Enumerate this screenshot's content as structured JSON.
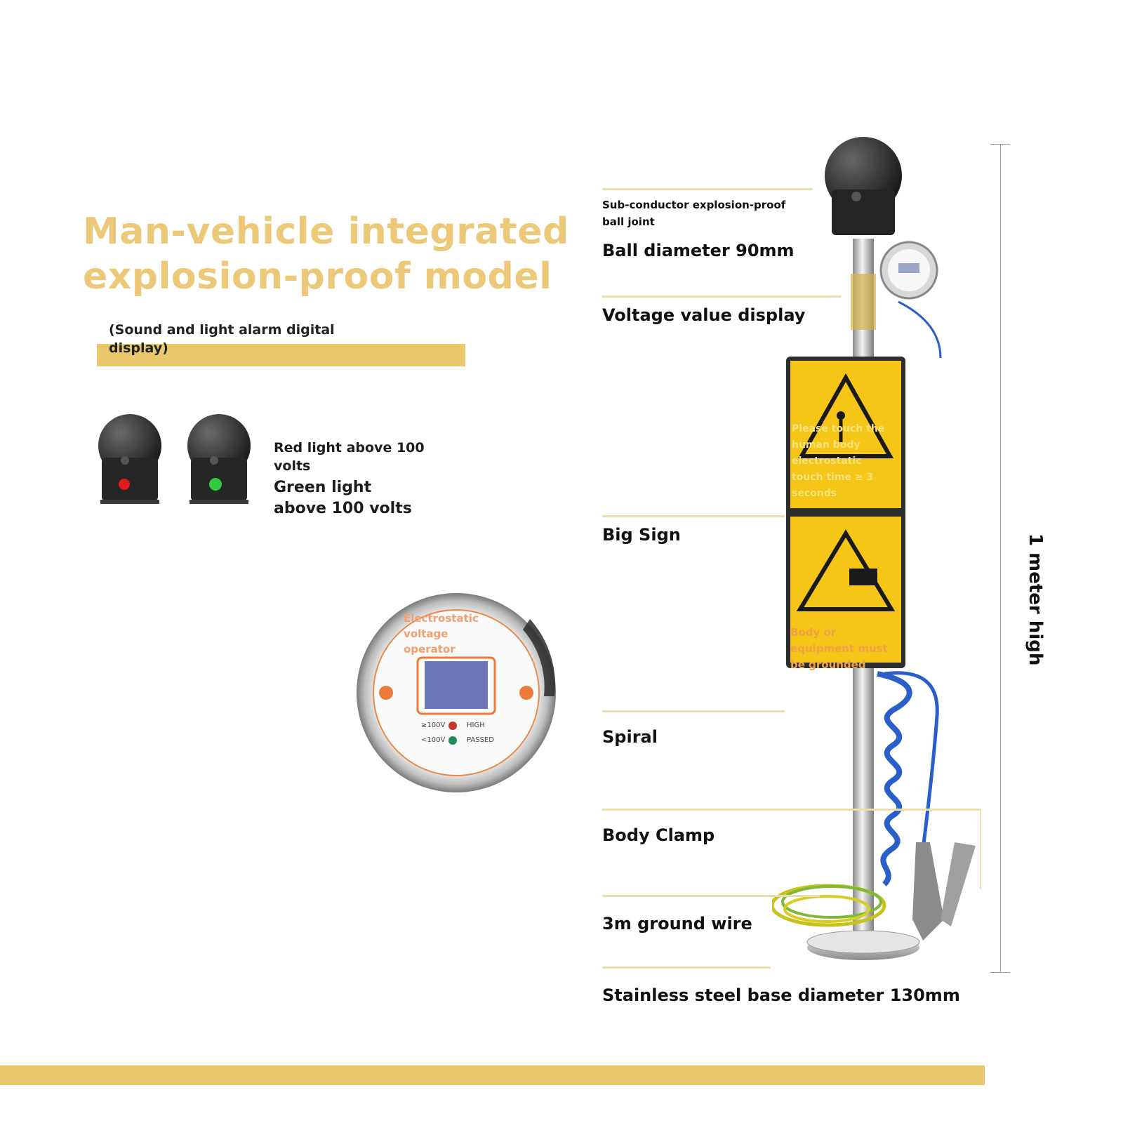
{
  "title": {
    "line1": "Man-vehicle integrated",
    "line2": "explosion-proof model",
    "subtitle": "(Sound and light alarm digital display)"
  },
  "lights": {
    "red_label": "Red light above 100 volts",
    "green_label": "Green light above 100 volts"
  },
  "gauge": {
    "line1": "Electrostatic",
    "line2": "voltage",
    "line3": "operator",
    "high_range": "≥100V",
    "high_label": "HIGH",
    "low_range": "<100V",
    "low_label": "PASSED"
  },
  "sign": {
    "upper_text": "Please touch the human body electrostatic touch time ≥ 3 seconds",
    "lower_text": "Body or equipment must be grounded"
  },
  "callouts": {
    "ball_joint": "Sub-conductor explosion-proof ball joint",
    "ball_diameter": "Ball diameter 90mm",
    "voltage_display": "Voltage value display",
    "big_sign": "Big Sign",
    "spiral": "Spiral",
    "body_clamp": "Body Clamp",
    "ground_wire": "3m ground wire",
    "base": "Stainless steel base diameter 130mm"
  },
  "height": "1 meter high",
  "colors": {
    "accent": "#e9c96c",
    "title": "#ecc978",
    "sign_yellow": "#f5c518",
    "cable_blue": "#2a5fc9",
    "red_led": "#e01b1b",
    "green_led": "#2ecc40"
  }
}
